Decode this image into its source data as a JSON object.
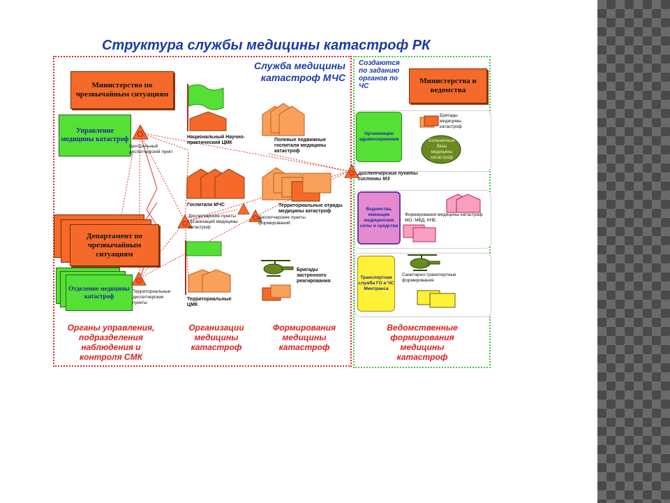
{
  "title": "Структура службы медицины катастроф РК",
  "subtitle_red": "Служба медицины катастроф МЧС",
  "create_note": "Создаются по заданию органов по ЧС",
  "ministries": "Министерства и ведомства",
  "left": {
    "ministry_es": "Министерство по чрезвычайным ситуациям",
    "mgmt_dm": "Управление медицины катастроф",
    "central_dispatch": "Центральный диспетчерский пункт",
    "dept_es": "Департамент по чрезвычайным ситуациям",
    "branch_dm": "Отделение медицины катастроф",
    "territorial_dispatch": "Территориальные диспетчерские пункты"
  },
  "middle": {
    "national_center": "Национальный Научно-практический ЦМК",
    "field_hospitals": "Полевые подвижные госпитали медицины катастроф",
    "hospitals_mchs": "Госпитали МЧС",
    "territorial_units": "Территориальные отряды медицины катастроф",
    "dispatch_org": "Диспетчерские пункты организаций медицины катастроф",
    "dispatch_form": "Диспетчерские пункты формирований",
    "emergency_brigades": "Бригады экстренного реагирования",
    "territorial_cmk": "Территориальные ЦМК",
    "dispatch_mz": "Диспетчерские пункты системы МЗ"
  },
  "right": {
    "health_orgs": "Организации здравоохранения",
    "brigades_dm": "Бригады медицины катастроф",
    "hospital_bases": "Больничные базы медицины катастроф",
    "agencies": "Ведомства, имеющие медицинские силы и средства",
    "formations": "Формирования медицины катастроф МО, МВД, КНБ",
    "transport": "Транспортная служба ГО и ЧС Минтранса",
    "sanitary_transport": "Санитарно-транспортные формирования"
  },
  "bottom": {
    "col1": "Органы управления, подразделения наблюдения и контроля СМК",
    "col2": "Организации медицины катастроф",
    "col3": "Формирования медицины катастроф",
    "col4": "Ведомственные формирования медицины катастроф"
  },
  "colors": {
    "orange": "#f56a2a",
    "green": "#55e036",
    "red": "#e02020",
    "blue": "#1a3aa8"
  }
}
